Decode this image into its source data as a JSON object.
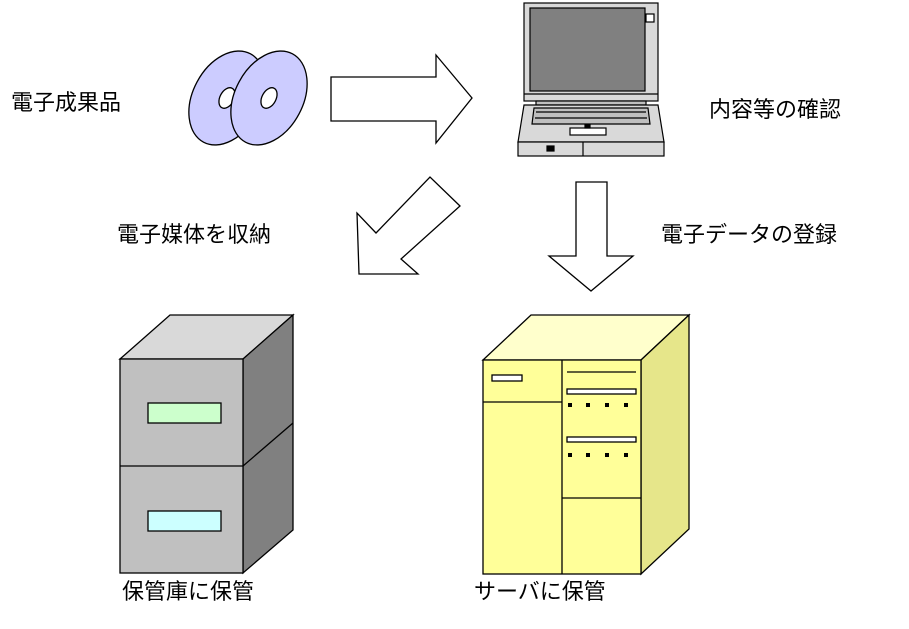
{
  "labels": {
    "electronic_deliverables": "電子成果品",
    "content_check": "内容等の確認",
    "store_media": "電子媒体を収納",
    "register_data": "電子データの登録",
    "storage_cabinet": "保管庫に保管",
    "server_storage": "サーバに保管"
  },
  "icons": {
    "discs": "cd-disc-icon",
    "laptop": "laptop-icon",
    "cabinet": "filing-cabinet-icon",
    "server": "server-icon"
  },
  "colors": {
    "disc_fill": "#ccccff",
    "cabinet_fill": "#c0c0c0",
    "cabinet_drawer_top": "#ccffcc",
    "cabinet_drawer_bottom": "#ccffff",
    "server_fill": "#ffff99",
    "laptop_fill": "#d9d9d9",
    "laptop_screen": "#808080"
  }
}
